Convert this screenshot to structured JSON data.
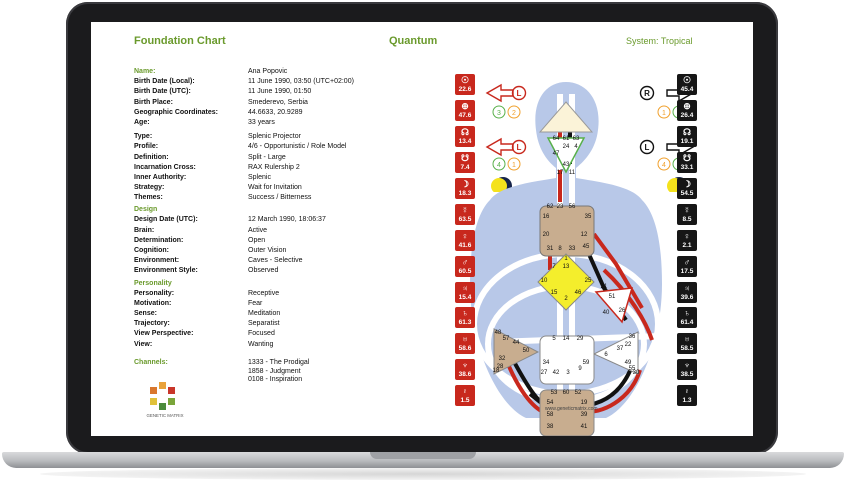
{
  "header": {
    "left": "Foundation Chart",
    "center": "Quantum",
    "right": "System: Tropical"
  },
  "info": [
    {
      "k": "Name:",
      "v": "Ana Popovic",
      "section": "Name"
    },
    {
      "k": "Birth Date (Local):",
      "v": "11 June 1990, 03:50 (UTC+02:00)"
    },
    {
      "k": "Birth Date (UTC):",
      "v": "11 June 1990, 01:50"
    },
    {
      "k": "Birth Place:",
      "v": "Smederevo, Serbia"
    },
    {
      "k": "Geographic Coordinates:",
      "v": "44.6633, 20.9289"
    },
    {
      "k": "Age:",
      "v": "33 years"
    }
  ],
  "type_block": [
    {
      "k": "Type:",
      "v": "Splenic Projector"
    },
    {
      "k": "Profile:",
      "v": "4/6 - Opportunistic / Role Model"
    },
    {
      "k": "Definition:",
      "v": "Split - Large"
    },
    {
      "k": "Incarnation Cross:",
      "v": "RAX Rulership 2"
    },
    {
      "k": "Inner Authority:",
      "v": "Splenic"
    },
    {
      "k": "Strategy:",
      "v": "Wait for Invitation"
    },
    {
      "k": "Themes:",
      "v": "Success / Bitterness"
    }
  ],
  "design_title": "Design",
  "design": [
    {
      "k": "Design Date (UTC):",
      "v": "12 March 1990, 18:06:37"
    },
    {
      "k": "Brain:",
      "v": "Active"
    },
    {
      "k": "Determination:",
      "v": "Open"
    },
    {
      "k": "Cognition:",
      "v": "Outer Vision"
    },
    {
      "k": "Environment:",
      "v": "Caves - Selective"
    },
    {
      "k": "Environment Style:",
      "v": "Observed"
    }
  ],
  "personality_title": "Personality",
  "personality": [
    {
      "k": "Personality:",
      "v": "Receptive"
    },
    {
      "k": "Motivation:",
      "v": "Fear"
    },
    {
      "k": "Sense:",
      "v": "Meditation"
    },
    {
      "k": "Trajectory:",
      "v": "Separatist"
    },
    {
      "k": "View Perspective:",
      "v": "Focused"
    },
    {
      "k": "View:",
      "v": "Wanting"
    }
  ],
  "channels": {
    "label": "Channels:",
    "items": [
      "1333 - The Prodigal",
      "1858 - Judgment",
      "0108 - Inspiration"
    ]
  },
  "logo_text": "GENETIC MATRIX",
  "url": "www.geneticmatrix.com",
  "design_planets": [
    {
      "glyph": "☉",
      "value": "22.6"
    },
    {
      "glyph": "⊕",
      "value": "47.6"
    },
    {
      "glyph": "☊",
      "value": "13.4"
    },
    {
      "glyph": "☋",
      "value": "7.4"
    },
    {
      "glyph": "☽",
      "value": "18.3"
    },
    {
      "glyph": "☿",
      "value": "63.5"
    },
    {
      "glyph": "♀",
      "value": "41.6"
    },
    {
      "glyph": "♂",
      "value": "60.5"
    },
    {
      "glyph": "♃",
      "value": "15.4"
    },
    {
      "glyph": "♄",
      "value": "61.3"
    },
    {
      "glyph": "♅",
      "value": "58.6"
    },
    {
      "glyph": "♆",
      "value": "38.6"
    },
    {
      "glyph": "♇",
      "value": "1.5"
    }
  ],
  "personality_planets": [
    {
      "glyph": "☉",
      "value": "45.4"
    },
    {
      "glyph": "⊕",
      "value": "26.4"
    },
    {
      "glyph": "☊",
      "value": "19.1"
    },
    {
      "glyph": "☋",
      "value": "33.1"
    },
    {
      "glyph": "☽",
      "value": "54.5"
    },
    {
      "glyph": "☿",
      "value": "8.5"
    },
    {
      "glyph": "♀",
      "value": "2.1"
    },
    {
      "glyph": "♂",
      "value": "17.5"
    },
    {
      "glyph": "♃",
      "value": "39.6"
    },
    {
      "glyph": "♄",
      "value": "61.4"
    },
    {
      "glyph": "♅",
      "value": "58.5"
    },
    {
      "glyph": "♆",
      "value": "38.5"
    },
    {
      "glyph": "♇",
      "value": "1.3"
    }
  ],
  "arrows": {
    "left_top": {
      "letter": "L",
      "nums": [
        "3",
        "2"
      ]
    },
    "left_bottom": {
      "letter": "L",
      "nums": [
        "4",
        "1"
      ]
    },
    "right_top": {
      "letter": "R",
      "nums": [
        "1",
        "4"
      ]
    },
    "right_bottom": {
      "letter": "L",
      "nums": [
        "4",
        "1"
      ]
    }
  },
  "gates": {
    "head": [
      "64",
      "61",
      "63"
    ],
    "ajna": [
      "47",
      "24",
      "4",
      "17",
      "11",
      "43"
    ],
    "throat": [
      "62",
      "23",
      "56",
      "16",
      "35",
      "12",
      "20",
      "45",
      "31",
      "8",
      "33"
    ],
    "g": [
      "1",
      "7",
      "13",
      "10",
      "25",
      "15",
      "2",
      "46"
    ],
    "heart": [
      "21",
      "51",
      "26",
      "40"
    ],
    "spleen": [
      "48",
      "57",
      "44",
      "50",
      "32",
      "28",
      "18"
    ],
    "sacral": [
      "5",
      "14",
      "29",
      "34",
      "59",
      "27",
      "42",
      "3",
      "9"
    ],
    "solar": [
      "36",
      "22",
      "37",
      "6",
      "49",
      "55",
      "30"
    ],
    "root": [
      "53",
      "60",
      "52",
      "54",
      "19",
      "58",
      "39",
      "38",
      "41"
    ]
  },
  "colors": {
    "accent": "#6a9a2c",
    "design": "#c8281d",
    "personality": "#161616",
    "defined": "#c8ad8f",
    "gcenter": "#f4ee2c"
  }
}
